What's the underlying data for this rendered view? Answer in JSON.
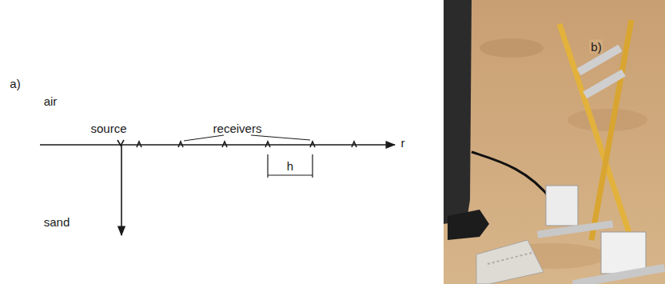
{
  "diagram": {
    "labels": [
      "a)",
      "b)",
      "air",
      "source",
      "receivers",
      "h",
      "r",
      "sand"
    ]
  }
}
